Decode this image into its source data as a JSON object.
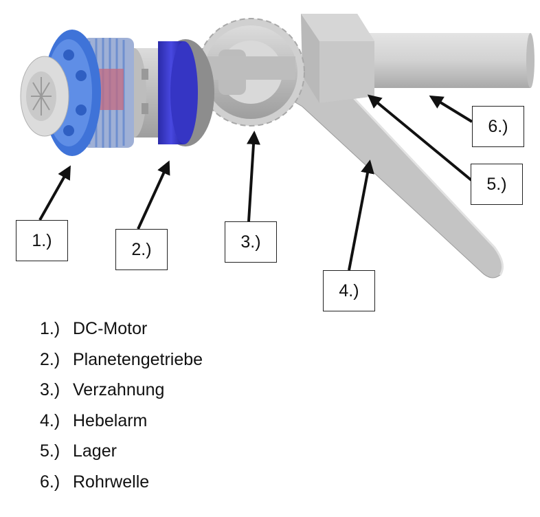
{
  "labels": {
    "l1": "1.)",
    "l2": "2.)",
    "l3": "3.)",
    "l4": "4.)",
    "l5": "5.)",
    "l6": "6.)"
  },
  "legend": [
    {
      "num": "1.)",
      "text": "DC-Motor"
    },
    {
      "num": "2.)",
      "text": "Planetengetriebe"
    },
    {
      "num": "3.)",
      "text": "Verzahnung"
    },
    {
      "num": "4.)",
      "text": "Hebelarm"
    },
    {
      "num": "5.)",
      "text": "Lager"
    },
    {
      "num": "6.)",
      "text": "Rohrwelle"
    }
  ],
  "colors": {
    "motor_blue": "#3a6fd9",
    "gearbox_blue": "#3b3bd6",
    "part_gray": "#cfcfcf",
    "arrow": "#111111"
  }
}
